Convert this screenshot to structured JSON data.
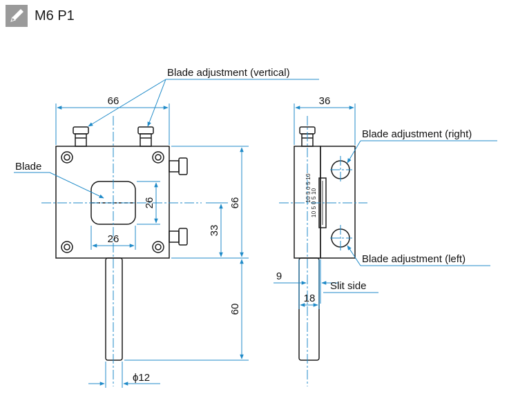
{
  "header": {
    "title": "M6 P1",
    "icon": "pencil-badge-icon"
  },
  "labels": {
    "blade": "Blade",
    "blade_adj_vertical": "Blade adjustment (vertical)",
    "blade_adj_right": "Blade adjustment (right)",
    "blade_adj_left": "Blade adjustment (left)",
    "slit_side": "Slit side"
  },
  "dimensions": {
    "front_width": "66",
    "front_height": "66",
    "aperture_width": "26",
    "aperture_height": "26",
    "center_offset": "33",
    "rod_length": "60",
    "rod_diameter": "ϕ12",
    "side_width": "36",
    "slit_offset": "9",
    "rod_width_side": "18"
  },
  "scale": {
    "upper": "10 5 0 5 10",
    "lower": "10 5 0 5 10"
  },
  "colors": {
    "line": "#1a1a1a",
    "dimension": "#1f8ac8",
    "icon_bg": "#9a9a9a"
  }
}
